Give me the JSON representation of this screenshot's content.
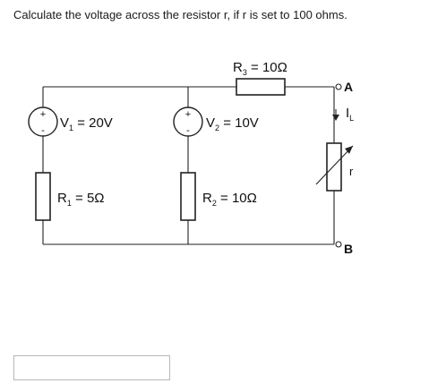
{
  "question": "Calculate the voltage across the resistor r,  if r is set to 100 ohms.",
  "circuit": {
    "r3": {
      "sym": "R",
      "sub": "3",
      "rest": " = 10Ω"
    },
    "v1": {
      "sym": "V",
      "sub": "1",
      "rest": " = 20V"
    },
    "v2": {
      "sym": "V",
      "sub": "2",
      "rest": " = 10V"
    },
    "r1": {
      "sym": "R",
      "sub": "1",
      "rest": " = 5Ω"
    },
    "r2": {
      "sym": "R",
      "sub": "2",
      "rest": " = 10Ω"
    },
    "il": {
      "sym": "I",
      "sub": "L"
    },
    "r_var": "r",
    "terminal_a": "A",
    "terminal_b": "B",
    "plus": "+",
    "minus": "-"
  },
  "answer": {
    "value": ""
  }
}
